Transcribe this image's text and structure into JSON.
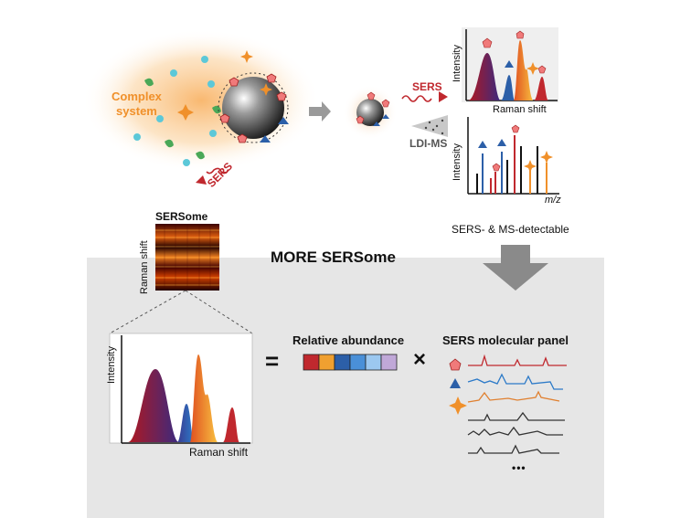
{
  "labels": {
    "complex_system": [
      "Complex",
      "system"
    ],
    "sers_arrow_1": "SERS",
    "sers_arrow_2": "SERS",
    "ldi_ms": "LDI-MS",
    "intensity_top": "Intensity",
    "raman_shift_top": "Raman shift",
    "intensity_ms": "Intensity",
    "mz": "m/z",
    "sersome": "SERSome",
    "raman_shift_sersome": "Raman shift",
    "sers_ms_detectable": "SERS- & MS-detectable",
    "panel_title": "MORE SERSome",
    "intensity_bottom": "Intensity",
    "raman_shift_bottom": "Raman shift",
    "equals": "=",
    "relative_abundance": "Relative abundance",
    "times": "×",
    "molecular_panel": "SERS molecular panel",
    "ellipsis": "•••"
  },
  "colors": {
    "red": "#c0282e",
    "blue": "#2c5fa8",
    "orange": "#f0902a",
    "panel_bg": "#e6e6e6",
    "pentagon": "#f07a7a"
  },
  "abundance_bar": [
    "#c0282e",
    "#f0a030",
    "#2c5fa8",
    "#4a90d8",
    "#9cc8f0",
    "#c0a8d8"
  ]
}
